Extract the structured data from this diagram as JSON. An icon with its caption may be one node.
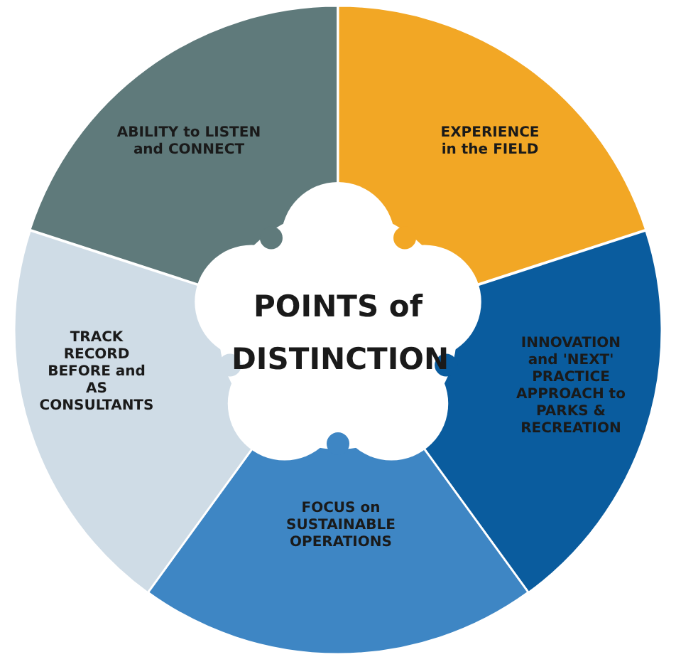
{
  "diagram": {
    "nodes": [
      {
        "text": [
          "POINTS of DISTINCTION"
        ]
      },
      {
        "text": [
          "ABILITY to LISTEN and CONNECT"
        ]
      },
      {
        "text": [
          "EXPERIENCE in the FIELD"
        ]
      },
      {
        "text": [
          "INNOVATION and 'NEXT' PRACTICE APPROACH to PARKS & RECREATION"
        ]
      },
      {
        "text": [
          "FOCUS on SUSTAINABLE OPERATIONS"
        ]
      },
      {
        "text": [
          "TRACK RECORD BEFORE and AS CONSULTANTS"
        ]
      }
    ]
  }
}
